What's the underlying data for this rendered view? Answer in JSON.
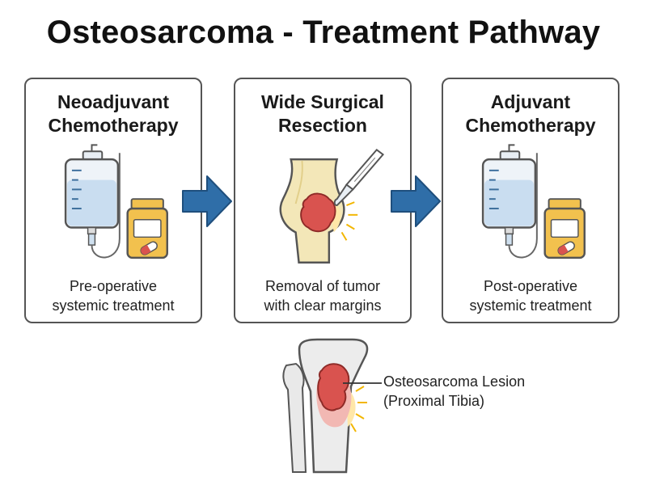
{
  "title": "Osteosarcoma - Treatment Pathway",
  "steps": [
    {
      "title_lines": [
        "Neoadjuvant",
        "Chemotherapy"
      ],
      "caption_lines": [
        "Pre-operative",
        "systemic treatment"
      ]
    },
    {
      "title_lines": [
        "Wide Surgical",
        "Resection"
      ],
      "caption_lines": [
        "Removal of tumor",
        "with clear margins"
      ]
    },
    {
      "title_lines": [
        "Adjuvant",
        "Chemotherapy"
      ],
      "caption_lines": [
        "Post-operative",
        "systemic treatment"
      ]
    }
  ],
  "lesion_label_lines": [
    "Osteosarcoma Lesion",
    "(Proximal Tibia)"
  ],
  "colors": {
    "arrow": "#2f6ea8",
    "tumor": "#d9534f",
    "bone": "#f3e7b8",
    "iv_fluid": "#c9ddf0",
    "bottle": "#f2c14e"
  }
}
